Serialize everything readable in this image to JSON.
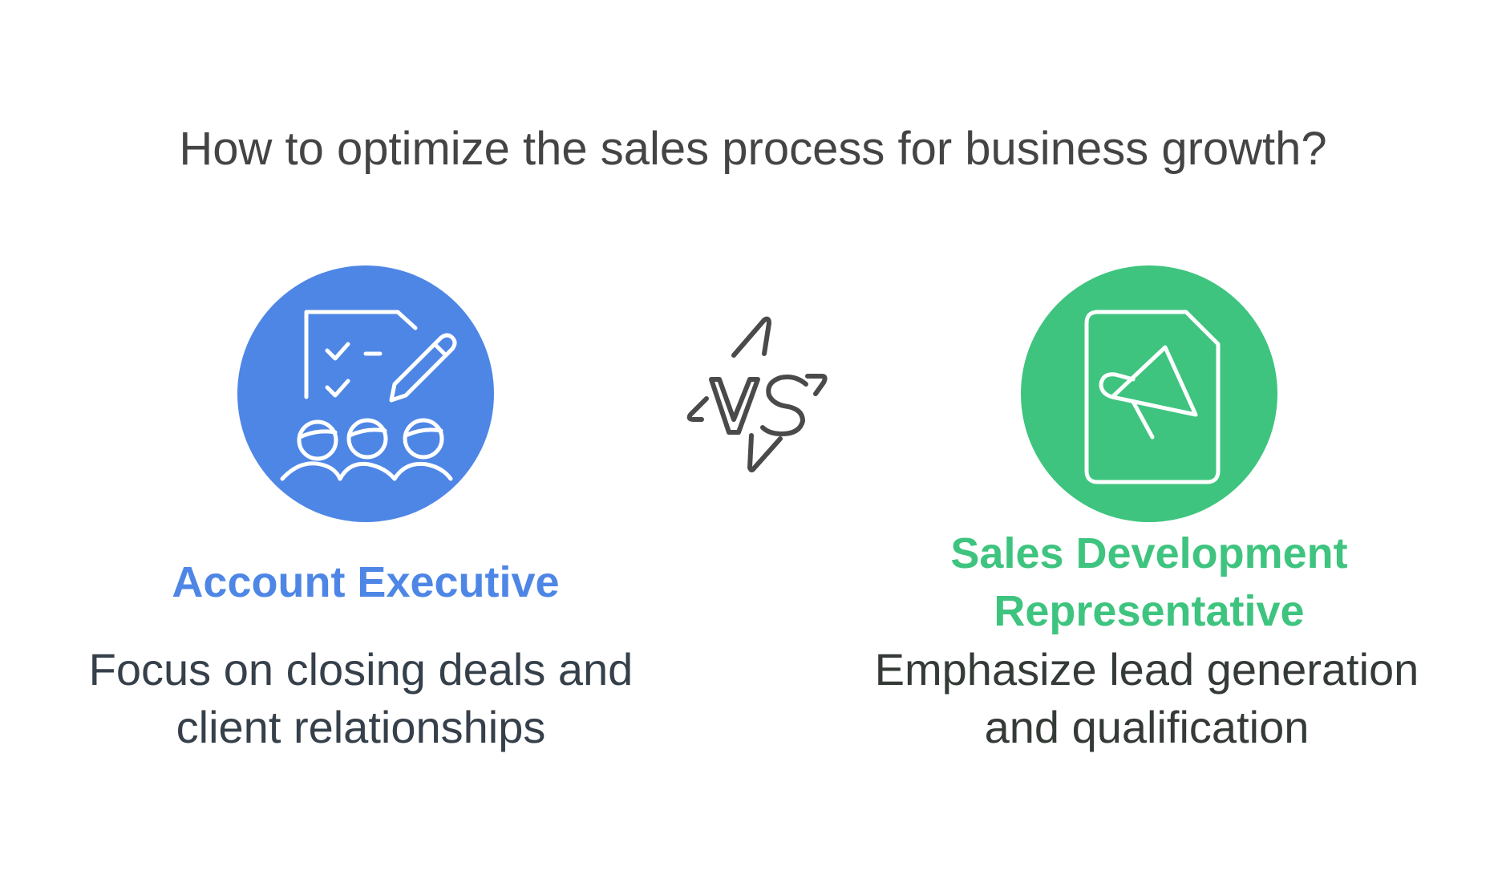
{
  "title": "How to optimize the sales process for business growth?",
  "vs_icon": "vs-lightning-icon",
  "left": {
    "heading": "Account Executive",
    "description_line1": "Focus on closing deals and",
    "description_line2": "client relationships",
    "color": "#4e86e6",
    "icon": "checklist-pencil-team-icon"
  },
  "right": {
    "heading_line1": "Sales Development",
    "heading_line2": "Representative",
    "description_line1": "Emphasize lead generation",
    "description_line2": "and qualification",
    "color": "#3ec47f",
    "icon": "megaphone-document-icon"
  }
}
